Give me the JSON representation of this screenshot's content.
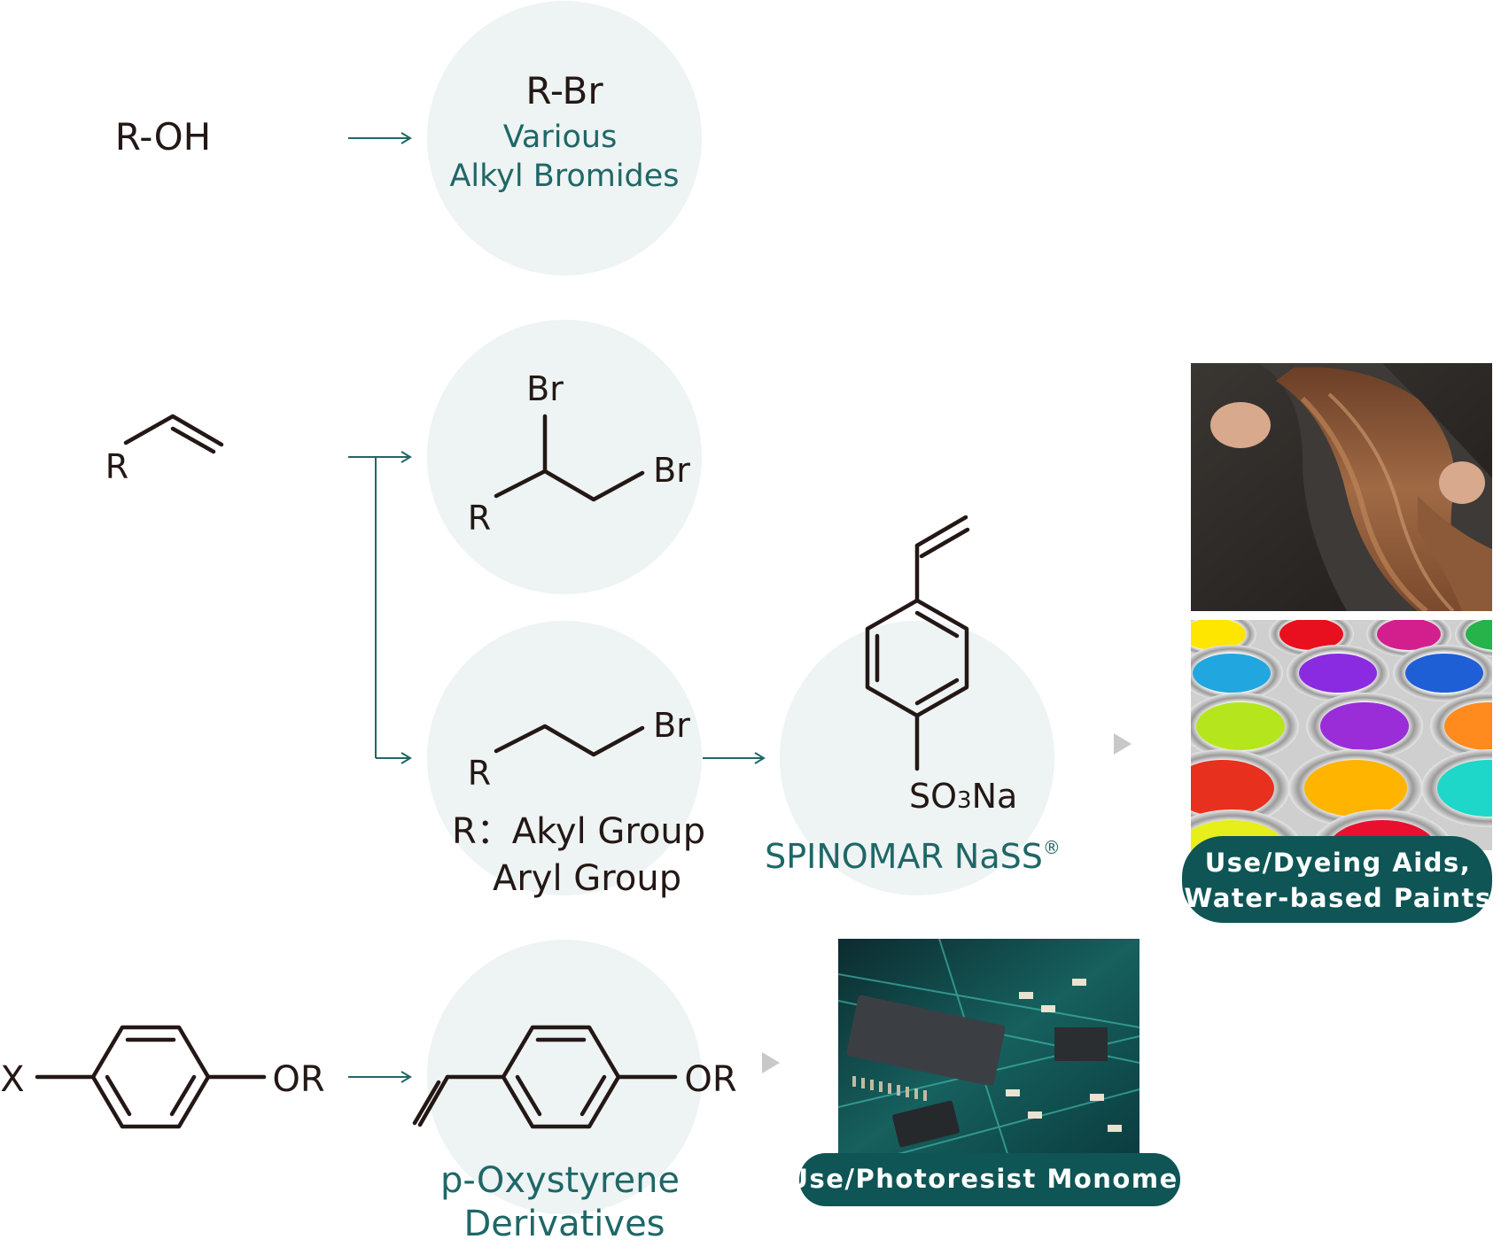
{
  "row1": {
    "reactant": "R-OH",
    "product_formula": "R-Br",
    "product_name_line1": "Various",
    "product_name_line2": "Alkyl Bromides"
  },
  "row2": {
    "reactant_label": "R",
    "dibromide_labels": {
      "br_top": "Br",
      "br_right": "Br",
      "r": "R"
    },
    "monobromide_labels": {
      "br": "Br",
      "r": "R"
    },
    "r_definition_line1": "R：Akyl Group",
    "r_definition_line2": "Aryl Group",
    "nass_substituent": "SO",
    "nass_subscript": "3",
    "nass_counterion": "Na",
    "nass_name": "SPINOMAR NaSS",
    "nass_trademark": "®",
    "use_badge_line1": "Use/Dyeing Aids,",
    "use_badge_line2": "Water-based Paints"
  },
  "row3": {
    "reactant_x": "X",
    "reactant_or": "OR",
    "product_or": "OR",
    "product_name_line1": "p-Oxystyrene",
    "product_name_line2": "Derivatives",
    "use_badge": "Use/Photoresist Monomer"
  },
  "colors": {
    "teal": "#1f6767",
    "badge": "#0f5555",
    "bubble": "#eef3f3",
    "ink": "#231815"
  },
  "images": {
    "hair_photo": "hair-photo",
    "paint_photo": "paint-cans-photo",
    "circuit_photo": "circuit-board-photo"
  }
}
